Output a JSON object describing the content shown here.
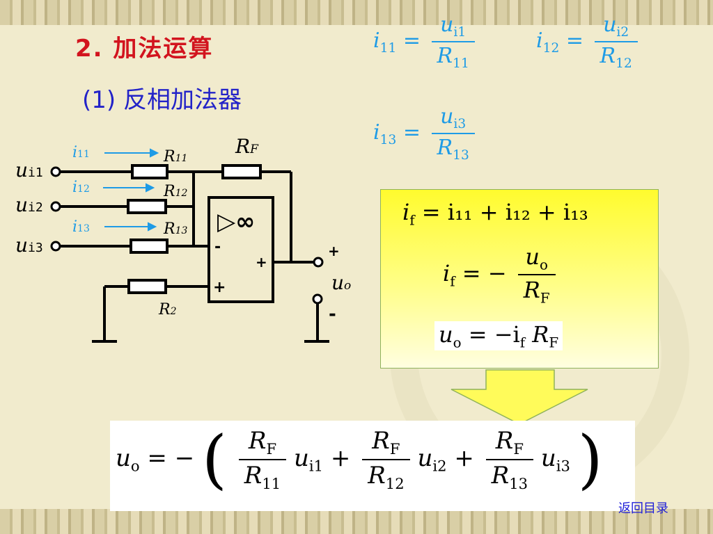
{
  "slide": {
    "title": "2. 加法运算",
    "subtitle": "(1) 反相加法器",
    "back_link": "返回目录"
  },
  "colors": {
    "title": "#d2141e",
    "subtitle": "#2323c8",
    "formula": "#1e9be6",
    "box_fill": "#fffb2e",
    "box_border": "#8fb25a"
  },
  "circuit": {
    "inputs": [
      {
        "label": "u",
        "sub": "i1",
        "current": "i",
        "current_sub": "11",
        "resistor": "R",
        "resistor_sub": "11"
      },
      {
        "label": "u",
        "sub": "i2",
        "current": "i",
        "current_sub": "12",
        "resistor": "R",
        "resistor_sub": "12"
      },
      {
        "label": "u",
        "sub": "i3",
        "current": "i",
        "current_sub": "13",
        "resistor": "R",
        "resistor_sub": "13"
      }
    ],
    "feedback_resistor": "R",
    "feedback_sub": "F",
    "ground_resistor": "R",
    "ground_sub": "2",
    "opamp_symbol": "▷∞",
    "minus_sign": "-",
    "plus_sign": "+",
    "output_label": "u",
    "output_sub": "o"
  },
  "equations": {
    "i11": {
      "lhs": "i",
      "lhs_sub": "11",
      "eq": "=",
      "num": "u",
      "num_sub": "i1",
      "den": "R",
      "den_sub": "11"
    },
    "i12": {
      "lhs": "i",
      "lhs_sub": "12",
      "eq": "=",
      "num": "u",
      "num_sub": "i2",
      "den": "R",
      "den_sub": "12"
    },
    "i13": {
      "lhs": "i",
      "lhs_sub": "13",
      "eq": "=",
      "num": "u",
      "num_sub": "i3",
      "den": "R",
      "den_sub": "13"
    }
  },
  "box": {
    "line1": {
      "lhs": "i",
      "lhs_sub": "f",
      "rhs": "= i₁₁ + i₁₂ + i₁₃"
    },
    "line2": {
      "lhs": "i",
      "lhs_sub": "f",
      "eq": "= −",
      "num": "u",
      "num_sub": "o",
      "den": "R",
      "den_sub": "F"
    },
    "line3": {
      "text": "u",
      "text_sub": "o",
      "rhs": "= −i",
      "rhs_sub": "f",
      "tail": "R",
      "tail_sub": "F"
    }
  },
  "final": {
    "lhs": "u",
    "lhs_sub": "o",
    "eq": "= −",
    "terms": [
      {
        "num": "R",
        "num_sub": "F",
        "den": "R",
        "den_sub": "11",
        "var": "u",
        "var_sub": "i1",
        "op": ""
      },
      {
        "num": "R",
        "num_sub": "F",
        "den": "R",
        "den_sub": "12",
        "var": "u",
        "var_sub": "i2",
        "op": "+"
      },
      {
        "num": "R",
        "num_sub": "F",
        "den": "R",
        "den_sub": "13",
        "var": "u",
        "var_sub": "i3",
        "op": "+"
      }
    ]
  }
}
